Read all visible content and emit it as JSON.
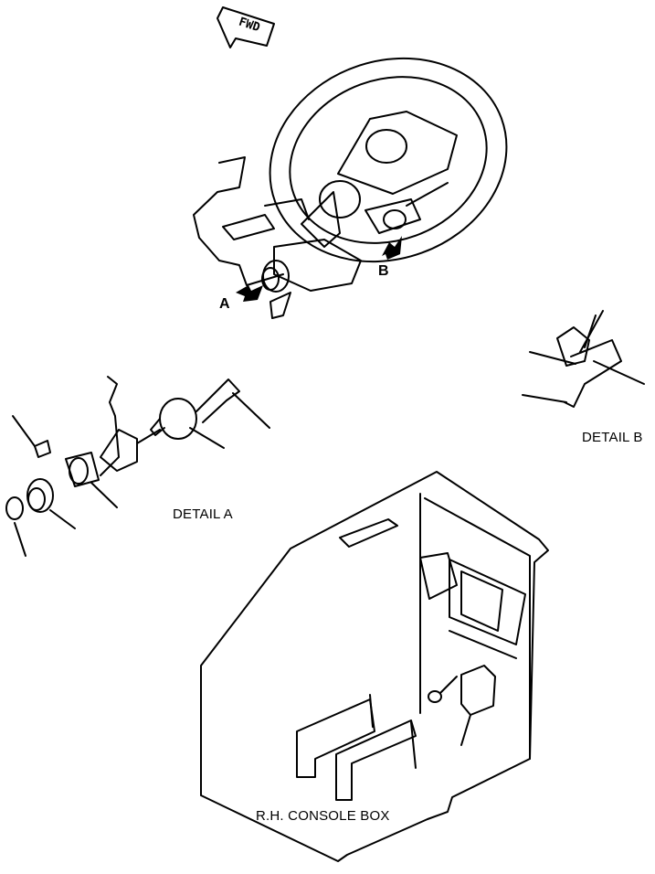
{
  "fwd_label": "FWD",
  "callouts": {
    "a": "A",
    "b": "B"
  },
  "captions": {
    "detail_a": "DETAIL A",
    "detail_b": "DETAIL B",
    "console": "R.H. CONSOLE BOX"
  }
}
